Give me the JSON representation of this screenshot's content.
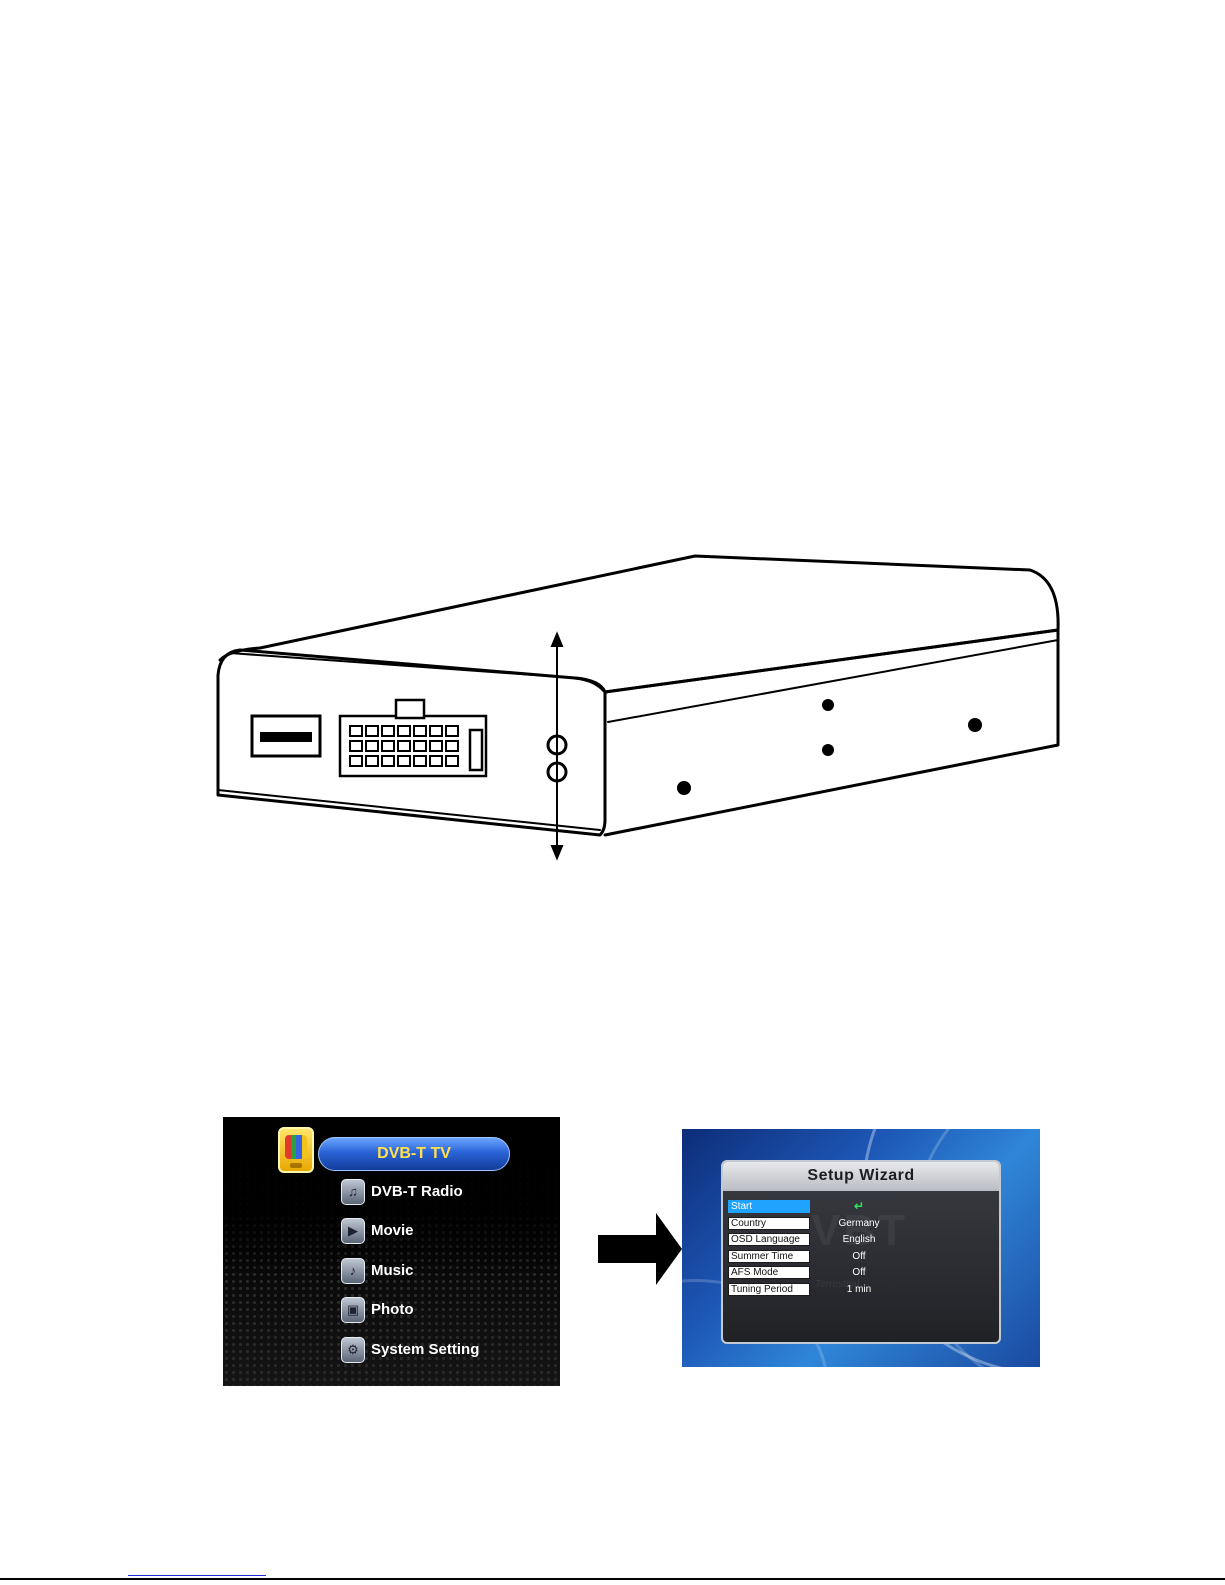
{
  "menu": {
    "selected_label": "DVB-T TV",
    "items": [
      {
        "label": "DVB-T Radio",
        "icon": "radio-icon"
      },
      {
        "label": "Movie",
        "icon": "movie-icon"
      },
      {
        "label": "Music",
        "icon": "music-icon"
      },
      {
        "label": "Photo",
        "icon": "photo-icon"
      },
      {
        "label": "System Setting",
        "icon": "settings-icon"
      }
    ],
    "highlight_color": "#2a63d6",
    "selected_text_color": "#ffe14a"
  },
  "wizard": {
    "title": "Setup Wizard",
    "watermark": "VBT",
    "watermark_sub": "Terrestrial",
    "rows": [
      {
        "label": "Start",
        "value": "↵"
      },
      {
        "label": "Country",
        "value": "Germany"
      },
      {
        "label": "OSD Language",
        "value": "English"
      },
      {
        "label": "Summer Time",
        "value": "Off"
      },
      {
        "label": "AFS Mode",
        "value": "Off"
      },
      {
        "label": "Tuning Period",
        "value": "1 min"
      }
    ],
    "active_color": "#1fa3ff"
  }
}
